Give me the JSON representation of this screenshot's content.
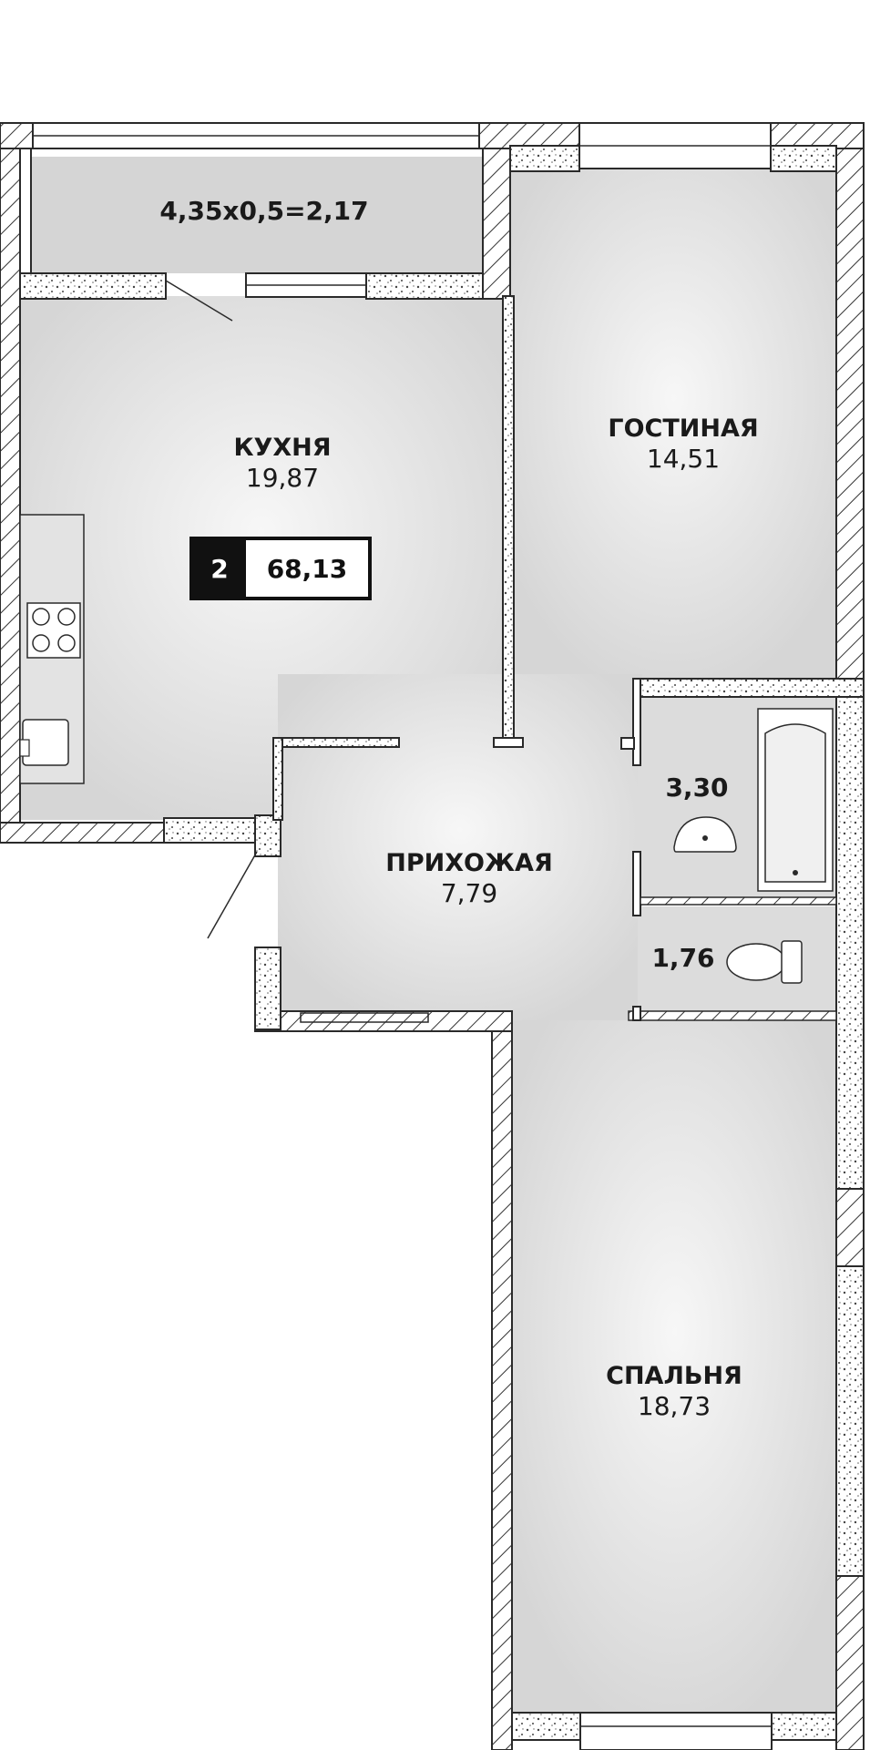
{
  "apartment": {
    "rooms_count": "2",
    "total_area": "68,13"
  },
  "rooms": {
    "balcony": {
      "area": "4,35x0,5=2,17"
    },
    "kitchen": {
      "name": "КУХНЯ",
      "area": "19,87"
    },
    "living": {
      "name": "ГОСТИНАЯ",
      "area": "14,51"
    },
    "hall": {
      "name": "ПРИХОЖАЯ",
      "area": "7,79"
    },
    "bathroom": {
      "area": "3,30"
    },
    "toilet": {
      "area": "1,76"
    },
    "bedroom": {
      "name": "СПАЛЬНЯ",
      "area": "18,73"
    }
  },
  "colors": {
    "floor": "#d8d8d8",
    "floor_light": "#f2f2f2",
    "wall_line": "#2a2a2a",
    "badge_bg": "#111111"
  },
  "icons": [
    "stove-icon",
    "sink-icon",
    "bathtub-icon",
    "washbasin-icon",
    "toilet-icon",
    "door-swing-icon",
    "window-icon"
  ]
}
